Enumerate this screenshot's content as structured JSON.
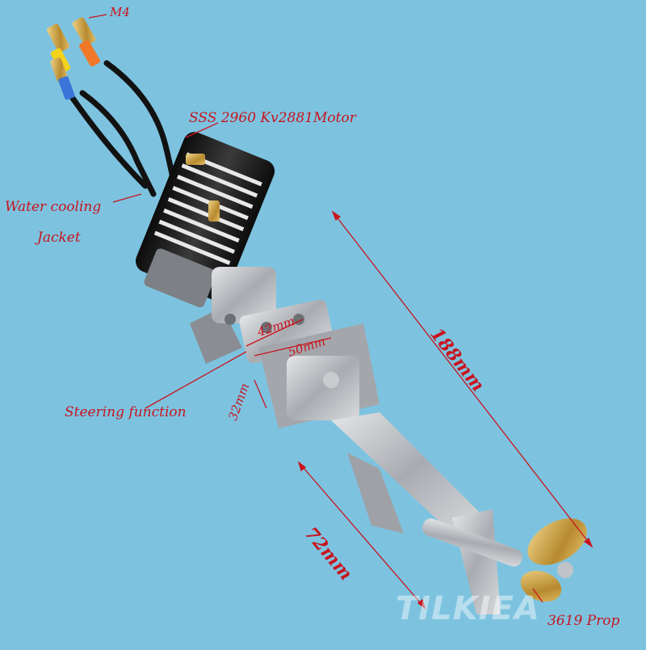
{
  "labels": {
    "m4": "M4",
    "motor": "SSS 2960  Kv2881Motor",
    "water_cooling_line1": "Water cooling",
    "water_cooling_line2": "Jacket",
    "steering": "Steering function",
    "prop": "3619 Prop"
  },
  "dimensions": {
    "d188": "188mm",
    "d72": "72mm",
    "d42": "42mm",
    "d50": "50mm",
    "d32": "32mm"
  },
  "watermark": "TILKIEA",
  "colors": {
    "background": "#7dc3e0",
    "label_red": "#c8141e",
    "motor_black": "#1c1c1c",
    "metal_silver": "#b9bcc0",
    "brass": "#c9a24a"
  }
}
